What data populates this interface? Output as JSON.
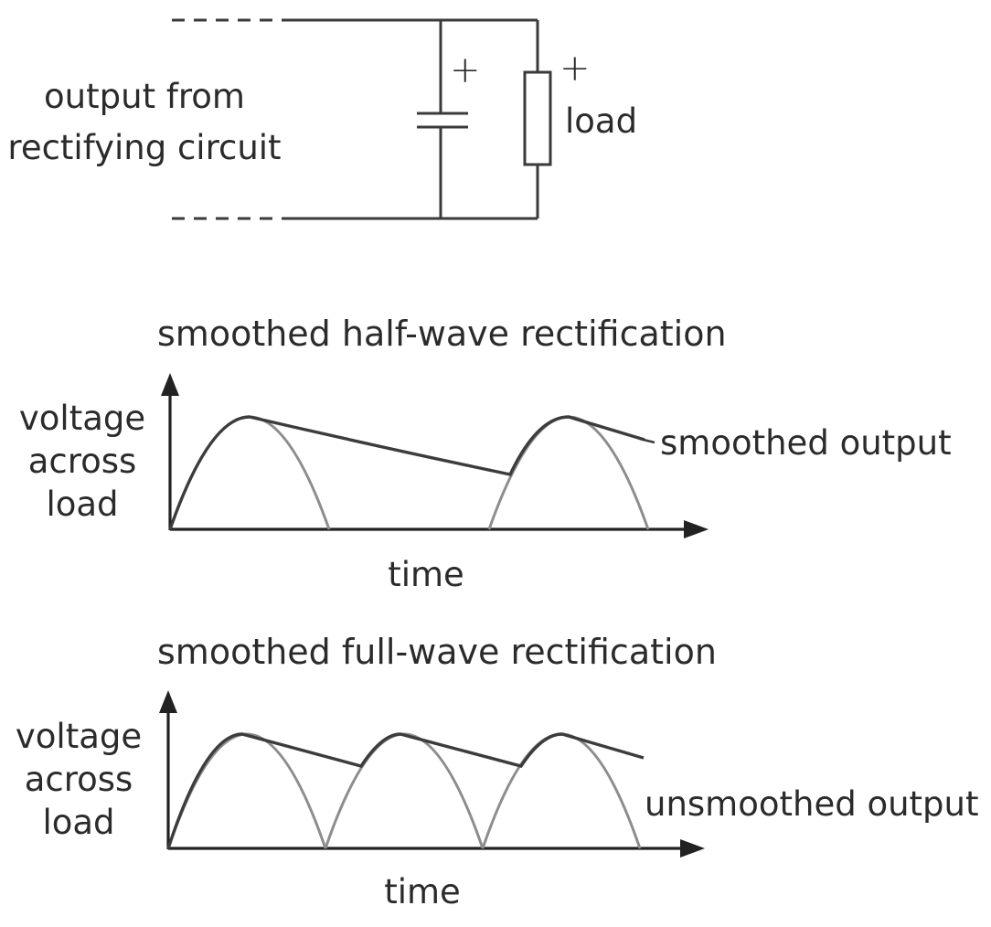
{
  "circuit": {
    "source_label_line1": "output from",
    "source_label_line2": "rectifying circuit",
    "load_label": "load",
    "capacitor_polarity": "+",
    "load_polarity": "+"
  },
  "graphs": [
    {
      "title": "smoothed half-wave rectification",
      "ylabel_line1": "voltage",
      "ylabel_line2": "across",
      "ylabel_line3": "load",
      "xlabel": "time",
      "annotation": "smoothed output",
      "rectification": "half-wave"
    },
    {
      "title": "smoothed full-wave rectification",
      "ylabel_line1": "voltage",
      "ylabel_line2": "across",
      "ylabel_line3": "load",
      "xlabel": "time",
      "annotation": "unsmoothed output",
      "rectification": "full-wave"
    }
  ],
  "colors": {
    "line_dark": "#3c3c3c",
    "line_unsmoothed": "#8d8d8d",
    "text": "#2b2b2b"
  }
}
